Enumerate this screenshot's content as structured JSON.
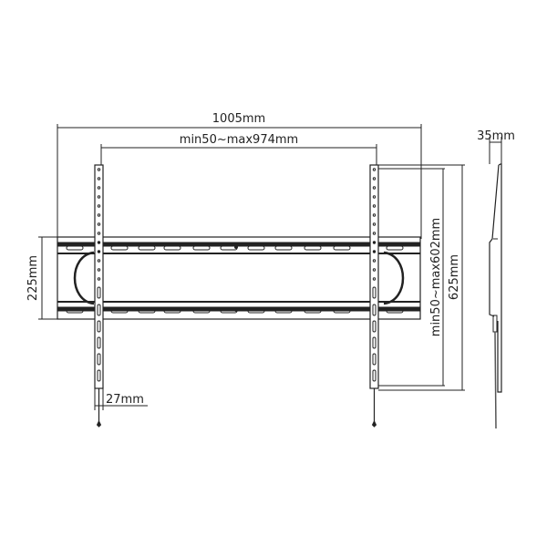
{
  "diagram": {
    "type": "tv-wall-mount-technical-drawing",
    "dimensions": {
      "overall_width": "1005mm",
      "vesa_horizontal": "min50~max974mm",
      "plate_height": "225mm",
      "arm_width": "27mm",
      "vesa_vertical": "min50~max602mm",
      "arm_length": "625mm",
      "depth": "35mm"
    },
    "views": [
      "front-view",
      "side-view"
    ],
    "line_color": "#222222",
    "background": "#ffffff"
  }
}
